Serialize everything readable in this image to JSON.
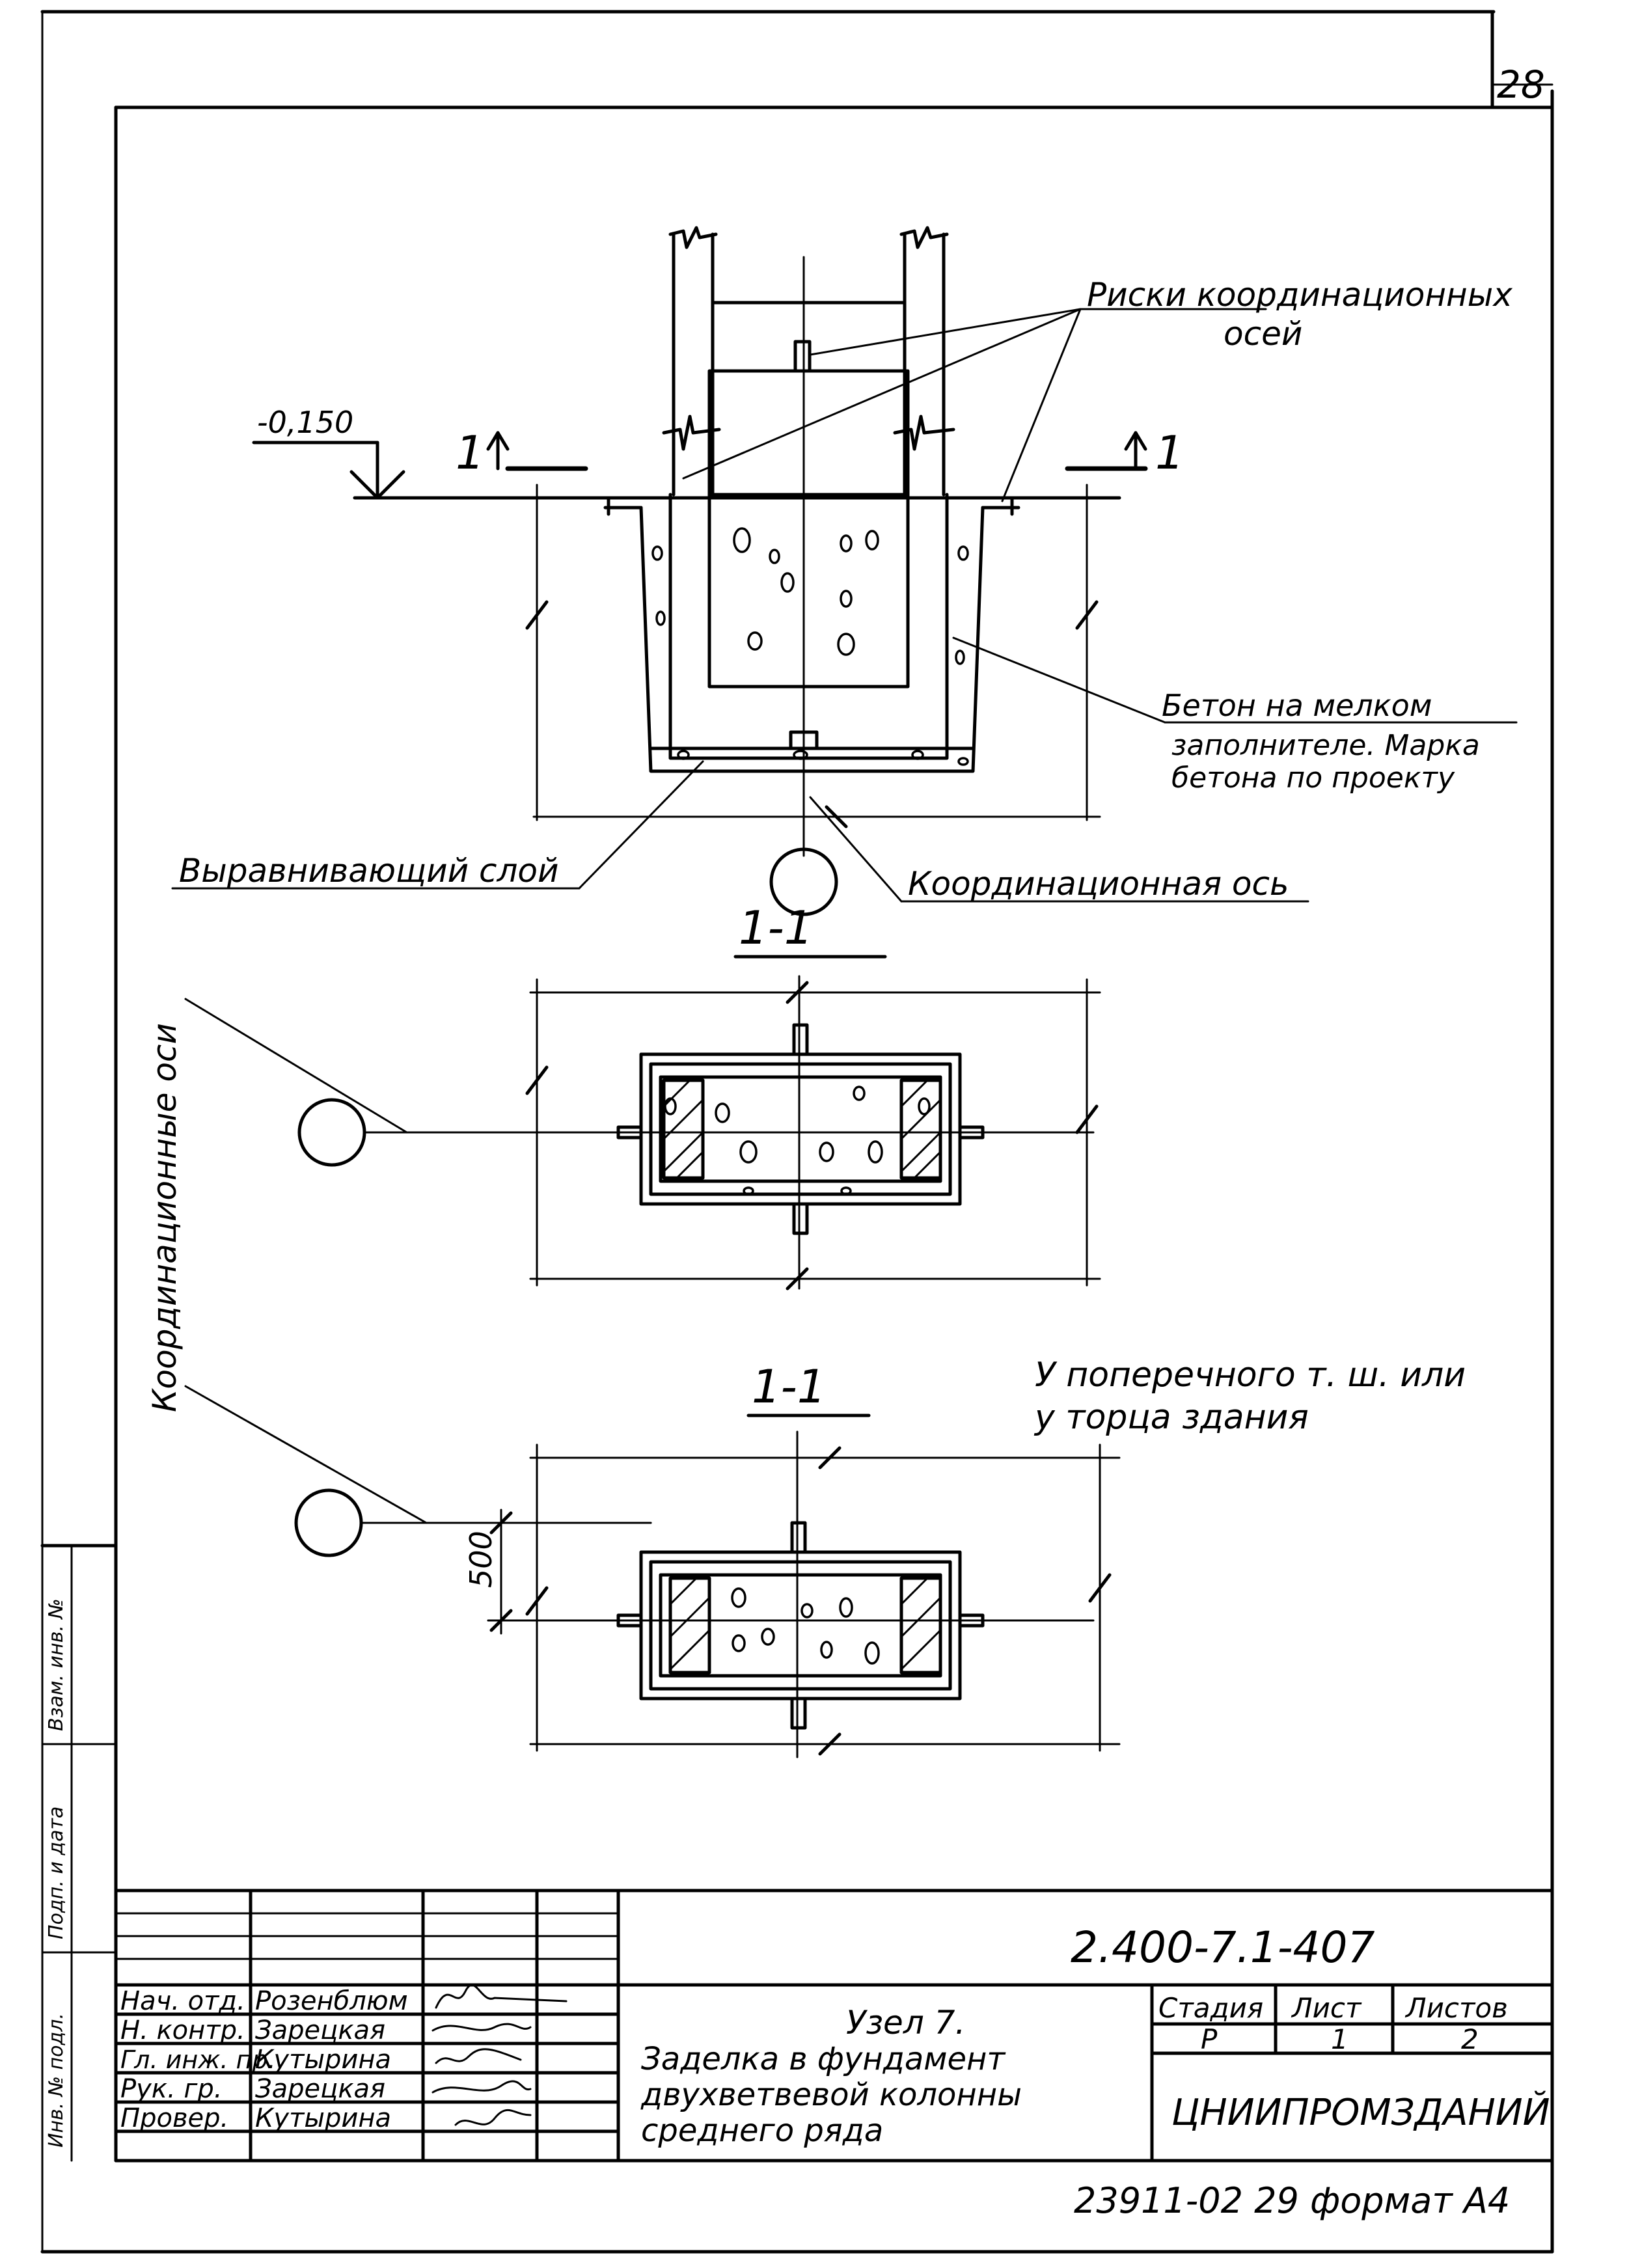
{
  "sheet": {
    "page_number": "28",
    "elevation": "-0,150",
    "section_mark": "1",
    "section_title": "1-1",
    "dimension_500": "500"
  },
  "callouts": {
    "axis_marks_line1": "Риски координационных",
    "axis_marks_line2": "осей",
    "concrete_line1": "Бетон на мелком",
    "concrete_line2": "заполнителе. Марка",
    "concrete_line3": "бетона по проекту",
    "leveling_layer": "Выравнивающий слой",
    "coord_axis": "Координационная ось",
    "coord_axes_vertical": "Координационные оси",
    "note_line1": "У поперечного т. ш. или",
    "note_line2": "у торца здания"
  },
  "side_stamp": {
    "inv_no": "Инв. № подл.",
    "sign_date": "Подп. и дата",
    "replace_inv": "Взам. инв. №"
  },
  "title_block": {
    "doc_code": "2.400-7.1-407",
    "node_title": "Узел 7.",
    "desc_line1": "Заделка в фундамент",
    "desc_line2": "двухветвевой колонны",
    "desc_line3": "среднего ряда",
    "stage_header": "Стадия",
    "sheet_header": "Лист",
    "sheets_header": "Листов",
    "stage_value": "Р",
    "sheet_value": "1",
    "sheets_value": "2",
    "organization": "ЦНИИПРОМЗДАНИЙ",
    "footer": "23911-02  29  формат А4",
    "signatures": [
      {
        "role": "Нач. отд.",
        "name": "Розенблюм"
      },
      {
        "role": "Н. контр.",
        "name": "Зарецкая"
      },
      {
        "role": "Гл. инж. пр.",
        "name": "Кутырина"
      },
      {
        "role": "Рук. гр.",
        "name": "Зарецкая"
      },
      {
        "role": "Провер.",
        "name": "Кутырина"
      }
    ]
  }
}
